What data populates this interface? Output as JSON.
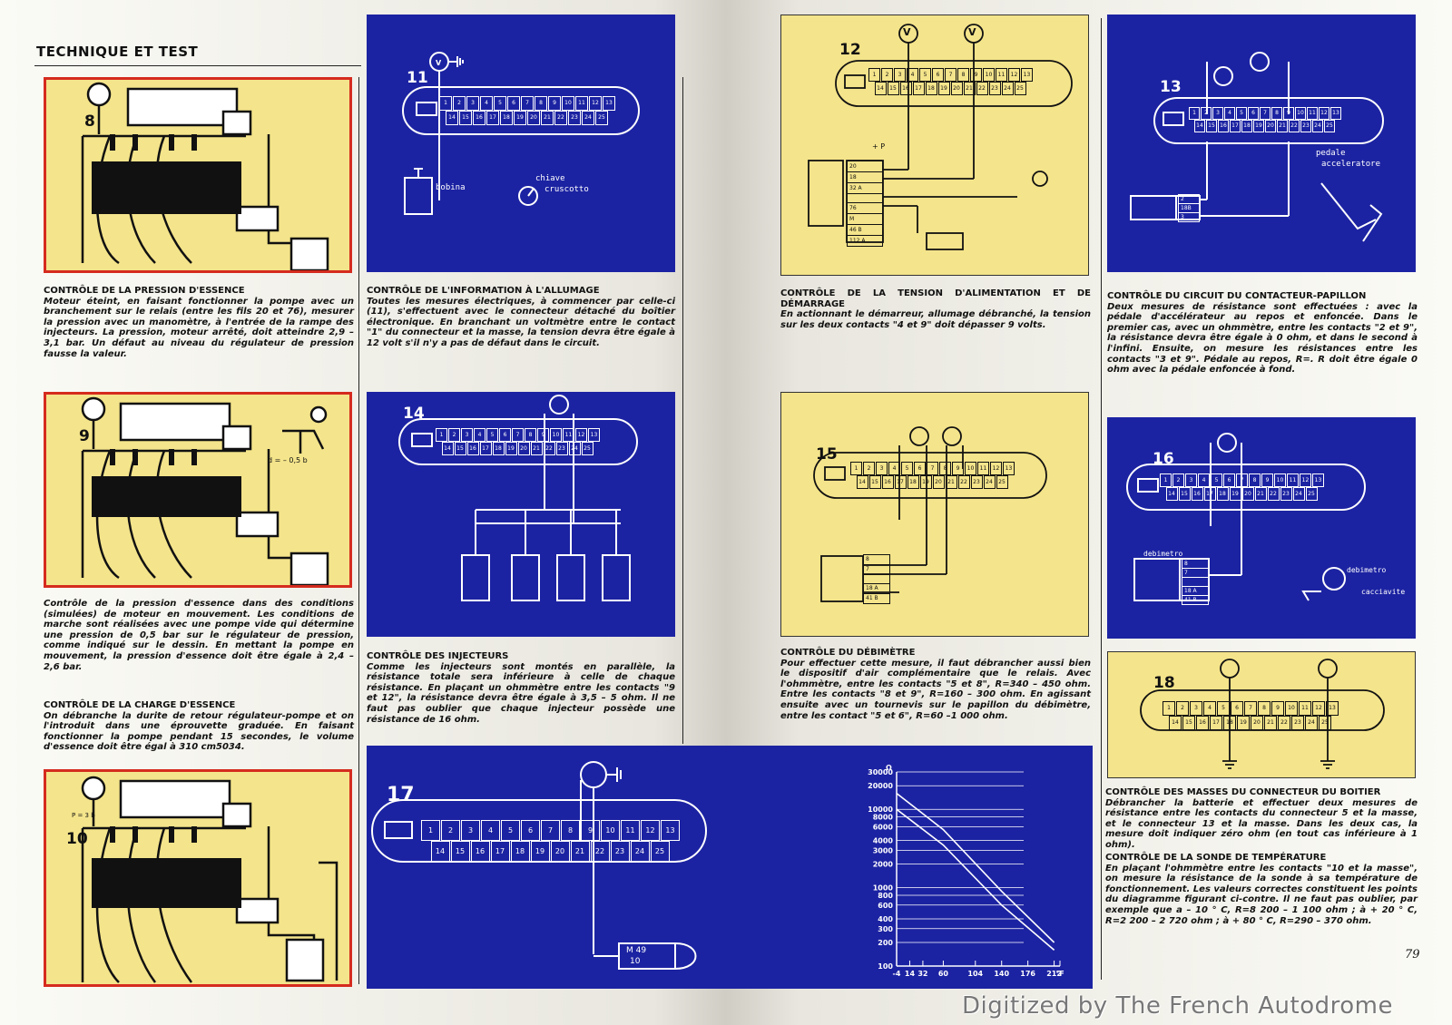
{
  "header": {
    "title": "TECHNIQUE ET TEST"
  },
  "page_number": "79",
  "watermark": "Digitized by The French Autodrome",
  "figures": {
    "f8": {
      "num": "8"
    },
    "f9": {
      "num": "9",
      "note": "d = – 0,5 b"
    },
    "f10": {
      "num": "10",
      "note": "P = 3 b"
    },
    "f11": {
      "num": "11",
      "label_bobina": "bobina",
      "label_chiave": "chiave",
      "label_cruscotto": "cruscotto",
      "meter": "V"
    },
    "f12": {
      "num": "12",
      "meter": "V",
      "plus_p": "+ P",
      "table": [
        "20",
        "18",
        "32 A",
        "",
        "76",
        "M",
        "46 B",
        "112 A"
      ]
    },
    "f13": {
      "num": "13",
      "pedal": "pedale",
      "accel": "acceleratore",
      "table": [
        "2",
        "18B",
        "3"
      ]
    },
    "f14": {
      "num": "14"
    },
    "f15": {
      "num": "15",
      "table": [
        "8",
        "7",
        "",
        "18 A",
        "41 B"
      ]
    },
    "f16": {
      "num": "16",
      "label_debimetro_left": "debimetro",
      "label_debimetro_right": "debimetro",
      "label_cacciavite": "cacciavite",
      "table": [
        "8",
        "7",
        "",
        "18 A",
        "41 B"
      ]
    },
    "f17": {
      "num": "17",
      "sensor_a": "M 49",
      "sensor_b": "10"
    },
    "f18": {
      "num": "18"
    }
  },
  "captions": {
    "c8": {
      "title": "CONTRÔLE DE LA PRESSION D'ESSENCE",
      "text": "Moteur éteint, en faisant fonctionner la pompe avec un branchement sur le relais (entre les fils 20 et 76), mesurer la pression avec un manomètre, à l'entrée de la rampe des injecteurs. La pression, moteur arrêté, doit atteindre 2,9 – 3,1 bar. Un défaut au niveau du régulateur de pression fausse la valeur."
    },
    "c9": {
      "title": "",
      "text": "Contrôle de la pression d'essence dans des conditions (simulées) de moteur en mouvement. Les conditions de marche sont réalisées avec une pompe vide qui détermine une pression de 0,5 bar sur le régulateur de pression, comme indiqué sur le dessin. En mettant la pompe en mouvement, la pression d'essence doit être égale à 2,4 – 2,6 bar."
    },
    "c10": {
      "title": "CONTRÔLE DE LA CHARGE D'ESSENCE",
      "text": "On débranche la durite de retour régulateur-pompe et on l'introduit dans une éprouvette graduée. En faisant fonctionner la pompe pendant 15 secondes, le volume d'essence doit être égal à 310 cm5034."
    },
    "c11": {
      "title": "CONTRÔLE DE L'INFORMATION À L'ALLUMAGE",
      "text": "Toutes les mesures électriques, à commencer par celle-ci (11), s'effectuent avec le connecteur détaché du boîtier électronique. En branchant un voltmètre entre le contact \"1\" du connecteur et la masse, la tension devra être égale à 12 volt s'il n'y a pas de défaut dans le circuit."
    },
    "c14": {
      "title": "CONTRÔLE DES INJECTEURS",
      "text": "Comme les injecteurs sont montés en parallèle, la résistance totale sera inférieure à celle de chaque résistance. En plaçant un ohmmètre entre les contacts \"9 et 12\", la résistance devra être égale à 3,5 – 5 ohm. Il ne faut pas oublier que chaque injecteur possède une résistance de 16 ohm."
    },
    "c12": {
      "title": "CONTRÔLE DE LA TENSION D'ALIMENTATION ET DE DÉMARRAGE",
      "text": "En actionnant le démarreur, allumage débranché, la tension sur les deux contacts \"4 et 9\" doit dépasser 9 volts."
    },
    "c13": {
      "title": "CONTRÔLE DU CIRCUIT DU CONTACTEUR-PAPILLON",
      "text": "Deux mesures de résistance sont effectuées : avec la pédale d'accélérateur au repos et enfoncée. Dans le premier cas, avec un ohmmètre, entre les contacts \"2 et 9\", la résistance devra être égale à 0 ohm, et dans le second à l'infini. Ensuite, on mesure les résistances entre les contacts \"3 et 9\". Pédale au repos, R=. R doit être égale 0 ohm avec la pédale enfoncée à fond."
    },
    "c15": {
      "title": "CONTRÔLE DU DÉBIMÈTRE",
      "text": "Pour effectuer cette mesure, il faut débrancher aussi bien le dispositif d'air complémentaire que le relais. Avec l'ohmmètre, entre les contacts \"5 et 8\", R=340 – 450 ohm. Entre les contacts \"8 et 9\", R=160 – 300 ohm. En agissant ensuite avec un tournevis sur le papillon du débimètre, entre les contact \"5 et 6\", R=60 –1 000 ohm."
    },
    "c18": {
      "title": "CONTRÔLE DES MASSES DU CONNECTEUR DU BOITIER",
      "text": "Débrancher la batterie et effectuer deux mesures de résistance entre les contacts du connecteur 5 et la masse, et le connecteur 13 et la masse. Dans les deux cas, la mesure doit indiquer zéro ohm (en tout cas inférieure à 1 ohm)."
    },
    "c19": {
      "title": "CONTRÔLE DE LA SONDE DE TEMPÉRATURE",
      "text": "En plaçant l'ohmmètre entre les contacts \"10 et la masse\", on mesure la résistance de la sonde à sa température de fonctionnement. Les valeurs correctes constituent les points du diagramme figurant ci-contre. Il ne faut pas oublier, par exemple que a – 10 ° C, R=8 200 – 1 100 ohm ; à + 20 ° C, R=2 200 – 2 720 ohm ; à + 80 ° C, R=290 – 370 ohm."
    }
  },
  "connector_top": [
    "1",
    "2",
    "3",
    "4",
    "5",
    "6",
    "7",
    "8",
    "9",
    "10",
    "11",
    "12",
    "13"
  ],
  "connector_bottom": [
    "14",
    "15",
    "16",
    "17",
    "18",
    "19",
    "20",
    "21",
    "22",
    "23",
    "24",
    "25"
  ],
  "chart": {
    "unit": "Ω",
    "y_ticks": [
      "30000",
      "20000",
      "10000",
      "8000",
      "6000",
      "4000",
      "3000",
      "2000",
      "1000",
      "800",
      "600",
      "400",
      "300",
      "200",
      "100"
    ],
    "x_ticks": [
      "-4",
      "14",
      "32",
      "60",
      "104",
      "140",
      "176",
      "212",
      "°F"
    ]
  },
  "chart_data": {
    "type": "line",
    "title": "",
    "xlabel": "°F",
    "ylabel": "Ω",
    "y_scale": "log",
    "ylim": [
      100,
      30000
    ],
    "xlim": [
      -4,
      220
    ],
    "series": [
      {
        "x": [
          -4,
          60,
          140,
          212
        ],
        "y": [
          16000,
          5500,
          900,
          200
        ]
      },
      {
        "x": [
          -4,
          60,
          140,
          212
        ],
        "y": [
          10000,
          3500,
          600,
          160
        ]
      }
    ]
  },
  "colors": {
    "blue": "#1c23a2",
    "yellow": "#f4e48b",
    "red": "#d52b1e"
  }
}
